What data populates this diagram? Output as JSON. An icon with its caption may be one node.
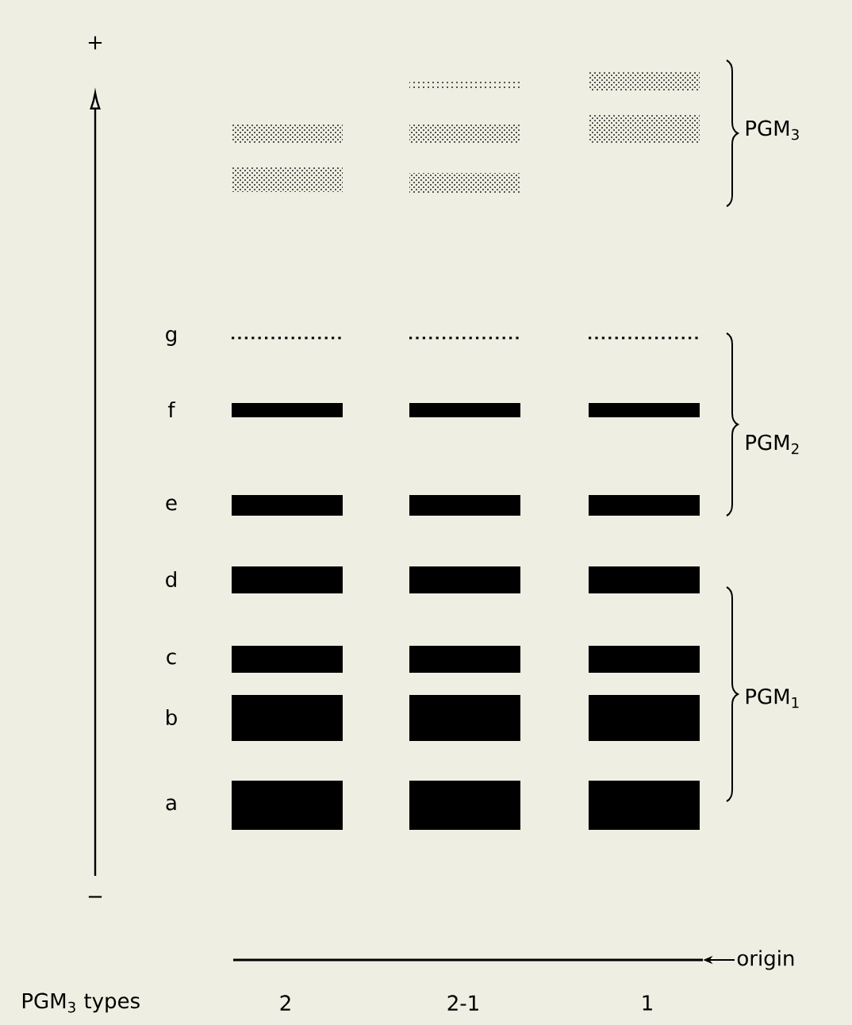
{
  "diagram": {
    "nodes": [
      {
        "text": [
          "origin"
        ]
      },
      {
        "text": [],
        "shape": "line"
      }
    ],
    "edges": [
      {
        "from": 0,
        "to": 1,
        "arrow": "to"
      }
    ],
    "labels": [
      "+",
      "PGM$_{3}$",
      "g",
      "f",
      "PGM$_{2}$",
      "e",
      "d",
      "c",
      "PGM$_{1}$",
      "b",
      "a",
      "−",
      "PGM$_{3}$ types",
      "2",
      "2-1",
      "1"
    ]
  }
}
